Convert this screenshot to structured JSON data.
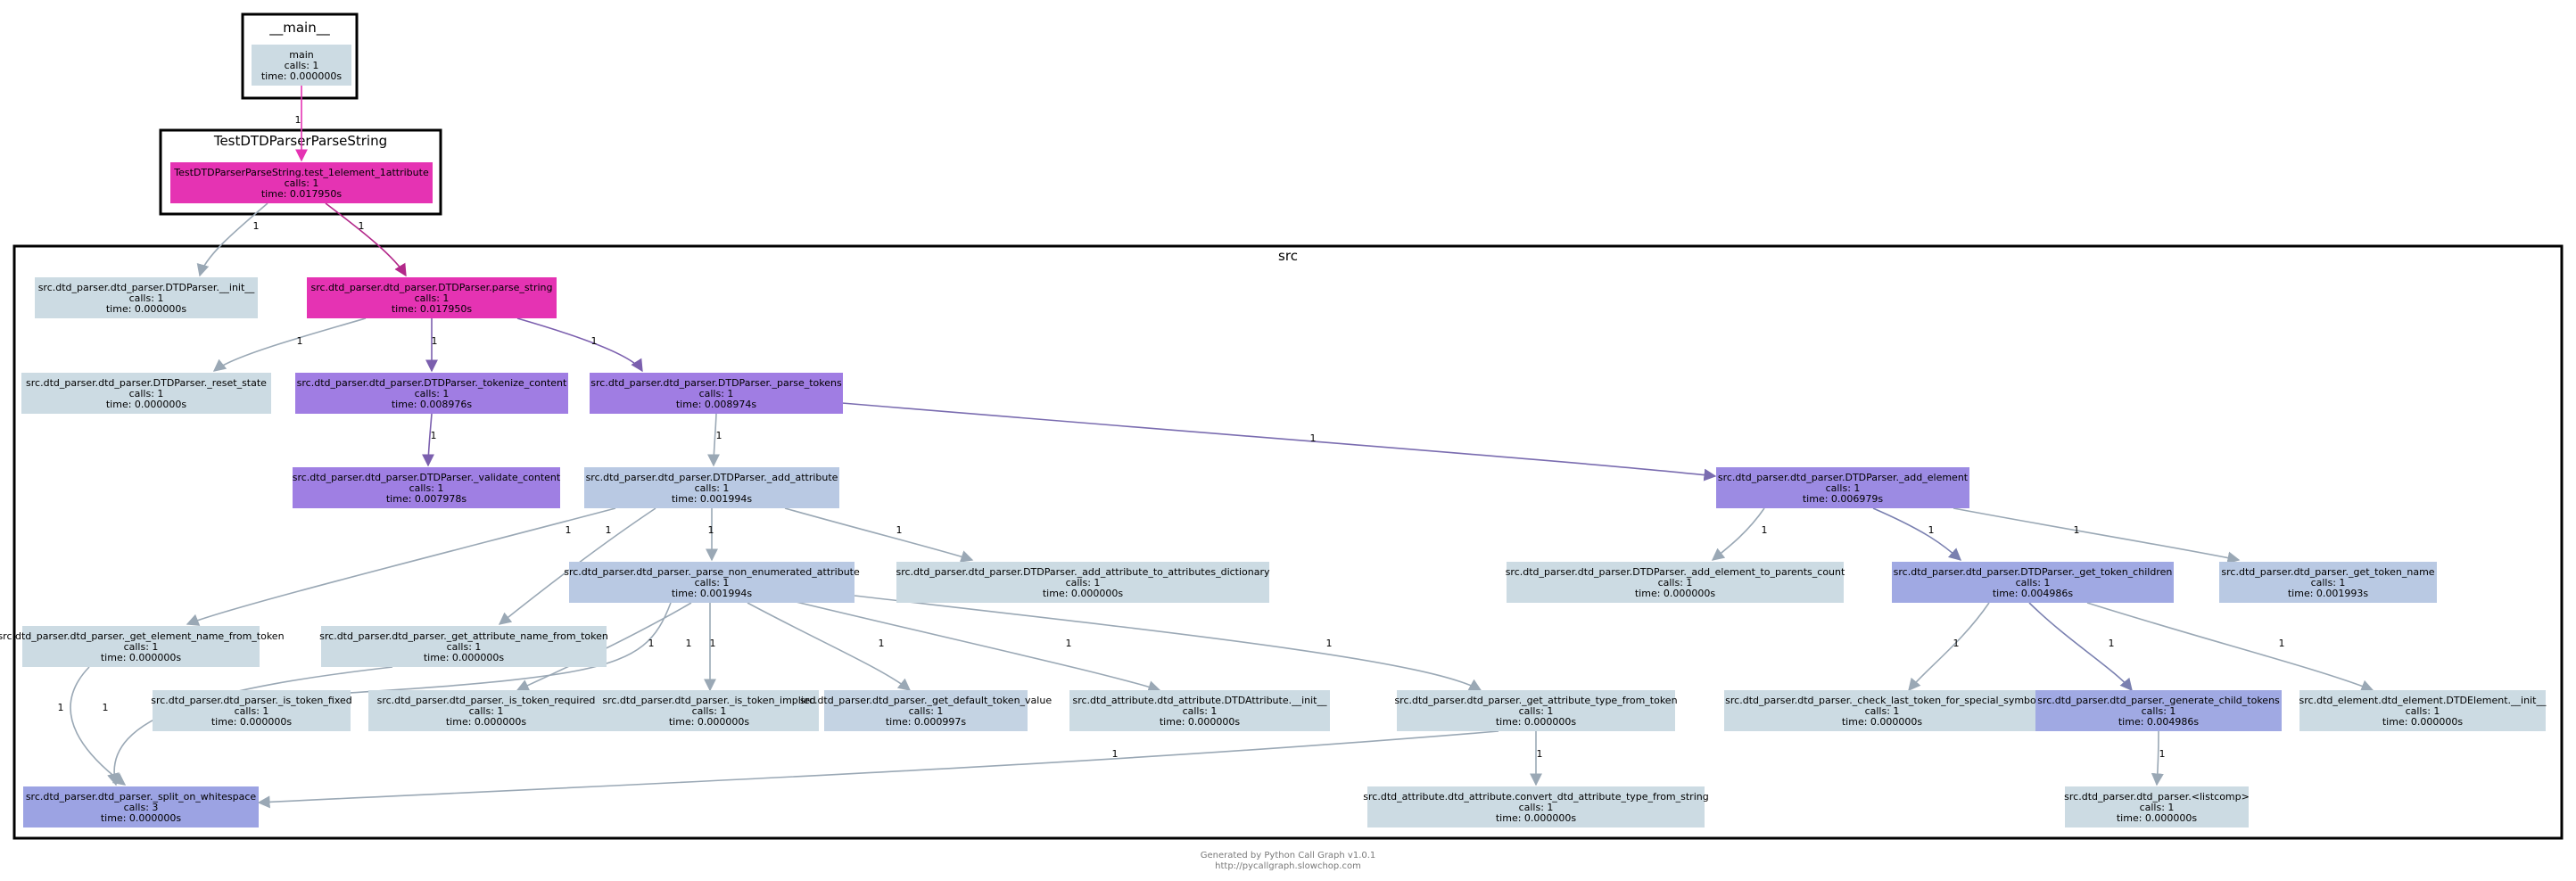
{
  "clusters": [
    {
      "id": "main",
      "title": "__main__"
    },
    {
      "id": "test",
      "title": "TestDTDParserParseString"
    },
    {
      "id": "src",
      "title": "src"
    }
  ],
  "nodes": [
    {
      "id": "main",
      "name": "main",
      "calls": "calls: 1",
      "time": "time: 0.000000s",
      "color": "#ccdbe3"
    },
    {
      "id": "test_fn",
      "name": "TestDTDParserParseString.test_1element_1attribute",
      "calls": "calls: 1",
      "time": "time: 0.017950s",
      "color": "#e533b3"
    },
    {
      "id": "init",
      "name": "src.dtd_parser.dtd_parser.DTDParser.__init__",
      "calls": "calls: 1",
      "time": "time: 0.000000s",
      "color": "#ccdbe3"
    },
    {
      "id": "parse_string",
      "name": "src.dtd_parser.dtd_parser.DTDParser.parse_string",
      "calls": "calls: 1",
      "time": "time: 0.017950s",
      "color": "#e533b3"
    },
    {
      "id": "reset_state",
      "name": "src.dtd_parser.dtd_parser.DTDParser._reset_state",
      "calls": "calls: 1",
      "time": "time: 0.000000s",
      "color": "#ccdbe3"
    },
    {
      "id": "tokenize",
      "name": "src.dtd_parser.dtd_parser.DTDParser._tokenize_content",
      "calls": "calls: 1",
      "time": "time: 0.008976s",
      "color": "#a07de3"
    },
    {
      "id": "parse_tokens",
      "name": "src.dtd_parser.dtd_parser.DTDParser._parse_tokens",
      "calls": "calls: 1",
      "time": "time: 0.008974s",
      "color": "#a07de3"
    },
    {
      "id": "validate",
      "name": "src.dtd_parser.dtd_parser.DTDParser._validate_content",
      "calls": "calls: 1",
      "time": "time: 0.007978s",
      "color": "#9f7fe3"
    },
    {
      "id": "add_attr",
      "name": "src.dtd_parser.dtd_parser.DTDParser._add_attribute",
      "calls": "calls: 1",
      "time": "time: 0.001994s",
      "color": "#b9c9e3"
    },
    {
      "id": "add_element",
      "name": "src.dtd_parser.dtd_parser.DTDParser._add_element",
      "calls": "calls: 1",
      "time": "time: 0.006979s",
      "color": "#9c8be3"
    },
    {
      "id": "parse_non_enum",
      "name": "src.dtd_parser.dtd_parser._parse_non_enumerated_attribute",
      "calls": "calls: 1",
      "time": "time: 0.001994s",
      "color": "#b9c9e3"
    },
    {
      "id": "add_attr_dict",
      "name": "src.dtd_parser.dtd_parser.DTDParser._add_attribute_to_attributes_dictionary",
      "calls": "calls: 1",
      "time": "time: 0.000000s",
      "color": "#ccdbe3"
    },
    {
      "id": "add_el_parents",
      "name": "src.dtd_parser.dtd_parser.DTDParser._add_element_to_parents_count",
      "calls": "calls: 1",
      "time": "time: 0.000000s",
      "color": "#ccdbe3"
    },
    {
      "id": "get_children",
      "name": "src.dtd_parser.dtd_parser.DTDParser._get_token_children",
      "calls": "calls: 1",
      "time": "time: 0.004986s",
      "color": "#a0a9e3"
    },
    {
      "id": "get_token_name",
      "name": "src.dtd_parser.dtd_parser._get_token_name",
      "calls": "calls: 1",
      "time": "time: 0.001993s",
      "color": "#b9c9e3"
    },
    {
      "id": "get_el_name",
      "name": "src.dtd_parser.dtd_parser._get_element_name_from_token",
      "calls": "calls: 1",
      "time": "time: 0.000000s",
      "color": "#ccdbe3"
    },
    {
      "id": "get_attr_name",
      "name": "src.dtd_parser.dtd_parser._get_attribute_name_from_token",
      "calls": "calls: 1",
      "time": "time: 0.000000s",
      "color": "#ccdbe3"
    },
    {
      "id": "is_fixed",
      "name": "src.dtd_parser.dtd_parser._is_token_fixed",
      "calls": "calls: 1",
      "time": "time: 0.000000s",
      "color": "#ccdbe3"
    },
    {
      "id": "is_required",
      "name": "src.dtd_parser.dtd_parser._is_token_required",
      "calls": "calls: 1",
      "time": "time: 0.000000s",
      "color": "#ccdbe3"
    },
    {
      "id": "is_implied",
      "name": "src.dtd_parser.dtd_parser._is_token_implied",
      "calls": "calls: 1",
      "time": "time: 0.000000s",
      "color": "#ccdbe3"
    },
    {
      "id": "get_default",
      "name": "src.dtd_parser.dtd_parser._get_default_token_value",
      "calls": "calls: 1",
      "time": "time: 0.000997s",
      "color": "#c4d3e3"
    },
    {
      "id": "dtdattr_init",
      "name": "src.dtd_attribute.dtd_attribute.DTDAttribute.__init__",
      "calls": "calls: 1",
      "time": "time: 0.000000s",
      "color": "#ccdbe3"
    },
    {
      "id": "get_attr_type",
      "name": "src.dtd_parser.dtd_parser._get_attribute_type_from_token",
      "calls": "calls: 1",
      "time": "time: 0.000000s",
      "color": "#ccdbe3"
    },
    {
      "id": "check_last",
      "name": "src.dtd_parser.dtd_parser._check_last_token_for_special_symbol",
      "calls": "calls: 1",
      "time": "time: 0.000000s",
      "color": "#ccdbe3"
    },
    {
      "id": "gen_child",
      "name": "src.dtd_parser.dtd_parser._generate_child_tokens",
      "calls": "calls: 1",
      "time": "time: 0.004986s",
      "color": "#a0a9e3"
    },
    {
      "id": "dtdel_init",
      "name": "src.dtd_element.dtd_element.DTDElement.__init__",
      "calls": "calls: 1",
      "time": "time: 0.000000s",
      "color": "#ccdbe3"
    },
    {
      "id": "split_ws",
      "name": "src.dtd_parser.dtd_parser._split_on_whitespace",
      "calls": "calls: 3",
      "time": "time: 0.000000s",
      "color": "#9ca3e3"
    },
    {
      "id": "convert_type",
      "name": "src.dtd_attribute.dtd_attribute.convert_dtd_attribute_type_from_string",
      "calls": "calls: 1",
      "time": "time: 0.000000s",
      "color": "#ccdbe3"
    },
    {
      "id": "listcomp",
      "name": "src.dtd_parser.dtd_parser.<listcomp>",
      "calls": "calls: 1",
      "time": "time: 0.000000s",
      "color": "#ccdbe3"
    }
  ],
  "edges": [
    {
      "from": "main",
      "to": "test_fn",
      "label": "1",
      "color": "#e533b3"
    },
    {
      "from": "test_fn",
      "to": "init",
      "label": "1",
      "color": "#9aa8b5"
    },
    {
      "from": "test_fn",
      "to": "parse_string",
      "label": "1",
      "color": "#b3288a"
    },
    {
      "from": "parse_string",
      "to": "reset_state",
      "label": "1",
      "color": "#9aa8b5"
    },
    {
      "from": "parse_string",
      "to": "tokenize",
      "label": "1",
      "color": "#7b5fae"
    },
    {
      "from": "parse_string",
      "to": "parse_tokens",
      "label": "1",
      "color": "#7b5fae"
    },
    {
      "from": "tokenize",
      "to": "validate",
      "label": "1",
      "color": "#7b5fae"
    },
    {
      "from": "parse_tokens",
      "to": "add_attr",
      "label": "1",
      "color": "#9aa8b5"
    },
    {
      "from": "parse_tokens",
      "to": "add_element",
      "label": "1",
      "color": "#7a6cb0"
    },
    {
      "from": "add_attr",
      "to": "get_el_name",
      "label": "1",
      "color": "#9aa8b5"
    },
    {
      "from": "add_attr",
      "to": "get_attr_name",
      "label": "1",
      "color": "#9aa8b5"
    },
    {
      "from": "add_attr",
      "to": "parse_non_enum",
      "label": "1",
      "color": "#9aa8b5"
    },
    {
      "from": "add_attr",
      "to": "add_attr_dict",
      "label": "1",
      "color": "#9aa8b5"
    },
    {
      "from": "add_element",
      "to": "add_el_parents",
      "label": "1",
      "color": "#9aa8b5"
    },
    {
      "from": "add_element",
      "to": "get_children",
      "label": "1",
      "color": "#7a80b0"
    },
    {
      "from": "add_element",
      "to": "get_token_name",
      "label": "1",
      "color": "#9aa8b5"
    },
    {
      "from": "parse_non_enum",
      "to": "split_ws",
      "label": "1",
      "color": "#9aa8b5"
    },
    {
      "from": "parse_non_enum",
      "to": "is_required",
      "label": "1",
      "color": "#9aa8b5"
    },
    {
      "from": "parse_non_enum",
      "to": "is_implied",
      "label": "1",
      "color": "#9aa8b5"
    },
    {
      "from": "parse_non_enum",
      "to": "get_default",
      "label": "1",
      "color": "#9aa8b5"
    },
    {
      "from": "parse_non_enum",
      "to": "dtdattr_init",
      "label": "1",
      "color": "#9aa8b5"
    },
    {
      "from": "parse_non_enum",
      "to": "get_attr_type",
      "label": "1",
      "color": "#9aa8b5"
    },
    {
      "from": "get_el_name",
      "to": "split_ws",
      "label": "1",
      "color": "#9aa8b5"
    },
    {
      "from": "get_attr_name",
      "to": "split_ws",
      "label": "1",
      "color": "#9aa8b5"
    },
    {
      "from": "get_attr_type",
      "to": "split_ws",
      "label": "1",
      "color": "#9aa8b5"
    },
    {
      "from": "get_attr_type",
      "to": "convert_type",
      "label": "1",
      "color": "#9aa8b5"
    },
    {
      "from": "get_children",
      "to": "check_last",
      "label": "1",
      "color": "#9aa8b5"
    },
    {
      "from": "get_children",
      "to": "gen_child",
      "label": "1",
      "color": "#7a80b0"
    },
    {
      "from": "get_children",
      "to": "dtdel_init",
      "label": "1",
      "color": "#9aa8b5"
    },
    {
      "from": "gen_child",
      "to": "listcomp",
      "label": "1",
      "color": "#9aa8b5"
    }
  ],
  "footer": {
    "line1": "Generated by Python Call Graph v1.0.1",
    "line2": "http://pycallgraph.slowchop.com"
  }
}
